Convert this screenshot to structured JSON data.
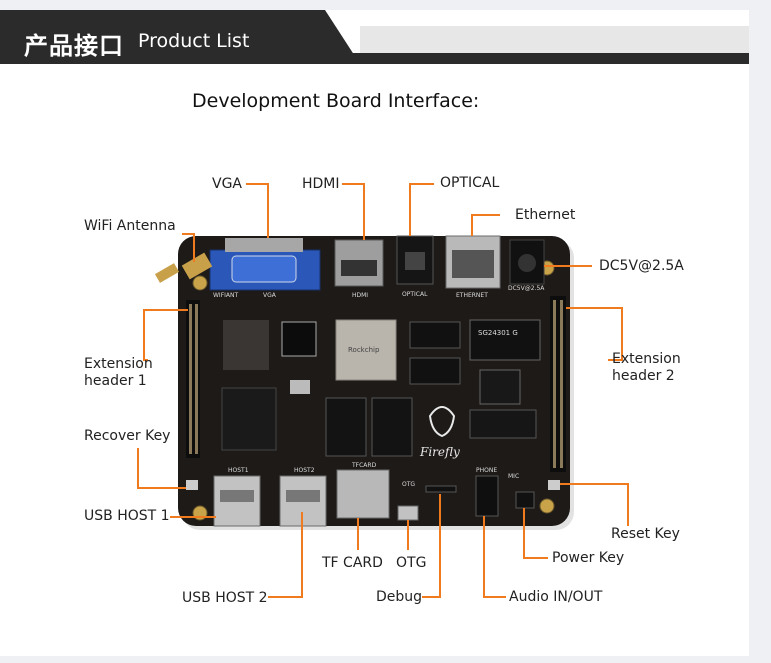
{
  "header": {
    "title_cn": "产品接口",
    "title_en": "Product List",
    "colors": {
      "bar": "#2b2b2b",
      "accent_line": "#3a3a3a",
      "gray_strip": "#e6e6e6"
    }
  },
  "subtitle": "Development Board Interface:",
  "board": {
    "brand": "Firefly",
    "chip": "Rockchip",
    "silkscreen": [
      "WIFIANT",
      "VGA",
      "HDMI",
      "OPTICAL",
      "ETHERNET",
      "DC5V@2.5A",
      "HOST1",
      "HOST2",
      "TFCARD",
      "OTG",
      "PHONE",
      "MIC",
      "SG24301 G"
    ]
  },
  "callouts": {
    "vga": "VGA",
    "hdmi": "HDMI",
    "optical": "OPTICAL",
    "ethernet": "Ethernet",
    "wifi": "WiFi Antenna",
    "dc": "DC5V@2.5A",
    "ext1_line1": "Extension",
    "ext1_line2": "header 1",
    "ext2_line1": "Extension",
    "ext2_line2": "header 2",
    "recover": "Recover Key",
    "usb1": "USB HOST 1",
    "usb2": "USB HOST 2",
    "tf": "TF CARD",
    "otg": "OTG",
    "debug": "Debug",
    "audio": "Audio IN/OUT",
    "power": "Power Key",
    "reset": "Reset Key"
  },
  "colors": {
    "leader": "#f07a1e",
    "board": "#1d1a18"
  }
}
